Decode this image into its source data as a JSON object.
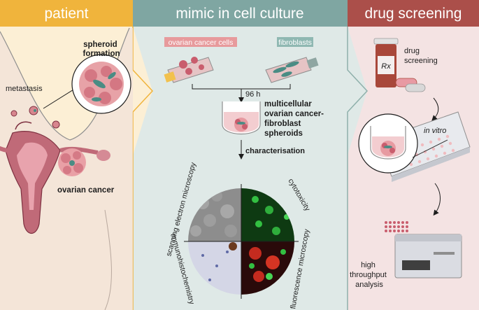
{
  "columns": {
    "patient": {
      "header": "patient",
      "spheroid_formation": [
        "spheroid",
        "formation"
      ],
      "metastasis": "metastasis",
      "ovarian_cancer": "ovarian cancer"
    },
    "mimic": {
      "header": "mimic in cell culture",
      "ovarian_cancer_cells": "ovarian cancer cells",
      "fibroblasts": "fibroblasts",
      "time": "96 h",
      "spheroids": [
        "multicellular",
        "ovarian cancer-",
        "fibroblast",
        "spheroids"
      ],
      "characterisation": "characterisation",
      "quadrants": {
        "sem": "scanning electron microscopy",
        "cytotoxicity": "cytotoxicity",
        "ihc": "immunohistochemistry",
        "fluorescence": "fluorescence microscopy"
      }
    },
    "drug": {
      "header": "drug screening",
      "drug_screening": [
        "drug",
        "screening"
      ],
      "rx": "Rx",
      "in_vitro": "in vitro",
      "hta": [
        "high",
        "throughput",
        "analysis"
      ]
    }
  },
  "colors": {
    "patient_header": "#f0b43c",
    "patient_bg": "#fcefd5",
    "mimic_header": "#7fa6a2",
    "mimic_bg": "#dfe9e7",
    "drug_header": "#ab4f4a",
    "drug_bg": "#f4e3e3",
    "label_pink": "#e79a9c",
    "label_green": "#8fb8b2"
  }
}
